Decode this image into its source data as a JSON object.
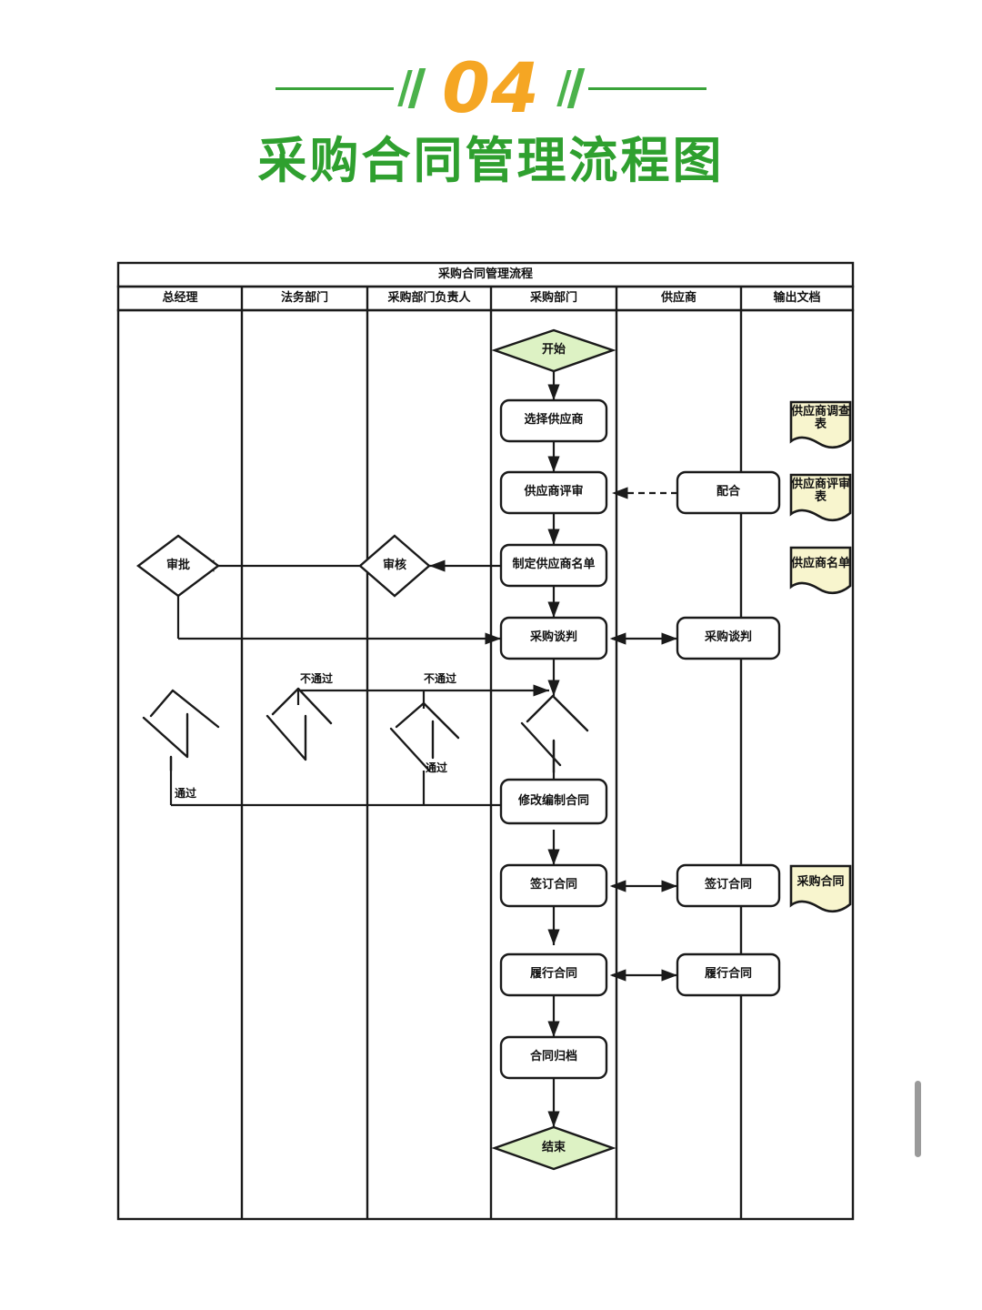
{
  "header": {
    "badge_number": "04",
    "title": "采购合同管理流程图"
  },
  "diagram": {
    "title": "采购合同管理流程",
    "lanes": [
      {
        "label": "总经理"
      },
      {
        "label": "法务部门"
      },
      {
        "label": "采购部门负责人"
      },
      {
        "label": "采购部门"
      },
      {
        "label": "供应商"
      },
      {
        "label": "输出文档"
      }
    ],
    "nodes": {
      "start": "开始",
      "select_supplier": "选择供应商",
      "supplier_review": "供应商评审",
      "supplier_list": "制定供应商名单",
      "negotiation": "采购谈判",
      "modify_contract": "修改编制合同",
      "sign_contract": "签订合同",
      "perform_contract": "履行合同",
      "archive_contract": "合同归档",
      "end": "结束",
      "approve": "审批",
      "review": "审核",
      "cooperate": "配合",
      "supplier_negotiation": "采购谈判",
      "supplier_sign": "签订合同",
      "supplier_perform": "履行合同"
    },
    "documents": {
      "survey_form": "供应商调查表",
      "review_form": "供应商评审表",
      "supplier_roster": "供应商名单",
      "purchase_contract": "采购合同"
    },
    "edge_labels": {
      "fail_1": "不通过",
      "fail_2": "不通过",
      "pass_1": "通过",
      "pass_2": "通过"
    },
    "colors": {
      "terminator_fill": "#ddf2c4",
      "document_fill": "#f8f5ce",
      "process_fill": "#ffffff",
      "line": "#1a1a1a",
      "brand_green": "#2fa02f",
      "accent_orange": "#f5a623"
    }
  }
}
